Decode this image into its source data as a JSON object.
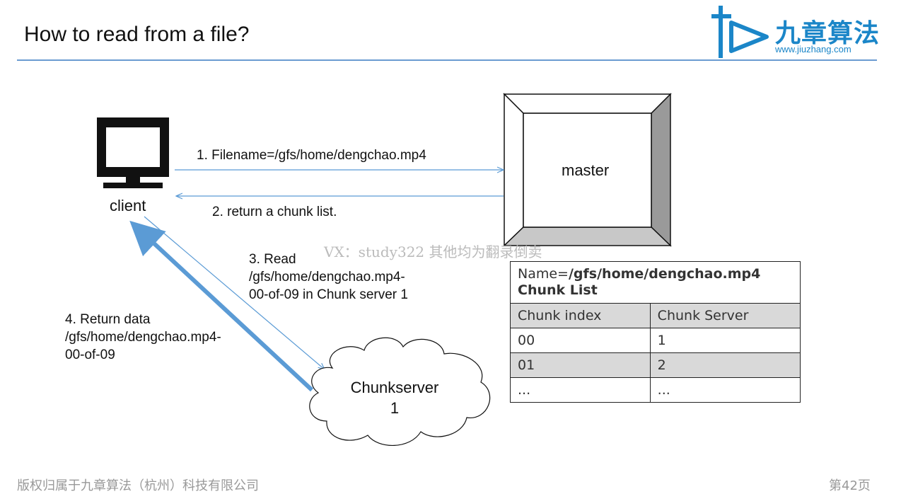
{
  "slide": {
    "title": "How to read from a file?"
  },
  "logo": {
    "name_cn": "九章算法",
    "url": "www.jiuzhang.com"
  },
  "nodes": {
    "client": "client",
    "master": "master",
    "chunkserver_line1": "Chunkserver",
    "chunkserver_line2": "1"
  },
  "steps": {
    "step1": "1. Filename=/gfs/home/dengchao.mp4",
    "step2": "2. return a chunk list.",
    "step3_line1": "3. Read",
    "step3_line2": "/gfs/home/dengchao.mp4-",
    "step3_line3": "00-of-09 in  Chunk server 1",
    "step4_line1": "4. Return data",
    "step4_line2": "/gfs/home/dengchao.mp4-",
    "step4_line3": "00-of-09"
  },
  "watermark": "VX：study322 其他均为翻录倒卖",
  "chunk_table": {
    "name_prefix": "Name=",
    "name_value": "/gfs/home/dengchao.mp4",
    "list_title": "Chunk List",
    "columns": [
      "Chunk index",
      "Chunk Server"
    ],
    "rows": [
      [
        "00",
        "1"
      ],
      [
        "01",
        "2"
      ],
      [
        "...",
        "..."
      ]
    ]
  },
  "footer": {
    "left": "版权归属于九章算法（杭州）科技有限公司",
    "right": "第42页"
  },
  "colors": {
    "accent": "#6b9bd1",
    "logo": "#1b86c8",
    "arrow": "#5b9bd5"
  }
}
